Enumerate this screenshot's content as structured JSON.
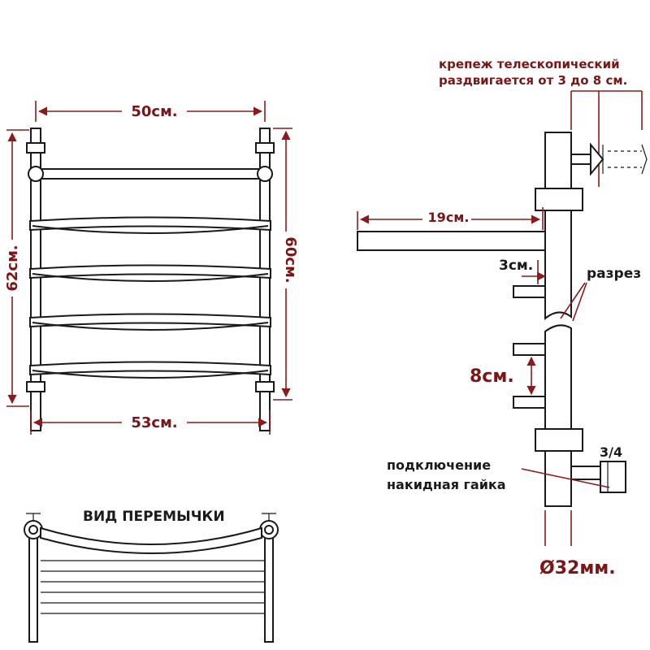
{
  "front_view": {
    "top_width": "50см.",
    "bottom_width": "53см.",
    "left_height": "62см.",
    "right_height": "60см."
  },
  "side_view": {
    "mount_note_line1": "крепеж телескопический",
    "mount_note_line2": "раздвигается от 3 до 8 см.",
    "depth": "19см.",
    "gap": "3см.",
    "cut": "разрез",
    "spacing": "8см.",
    "thread": "3/4",
    "connection_line1": "подключение",
    "connection_line2": "накидная гайка",
    "diameter": "Ø32мм."
  },
  "jumper_view": {
    "title": "ВИД ПЕРЕМЫЧКИ"
  },
  "colors": {
    "dimension": "#8b1b1b",
    "label": "#1a1a1a",
    "outline": "#1a1a1a"
  }
}
